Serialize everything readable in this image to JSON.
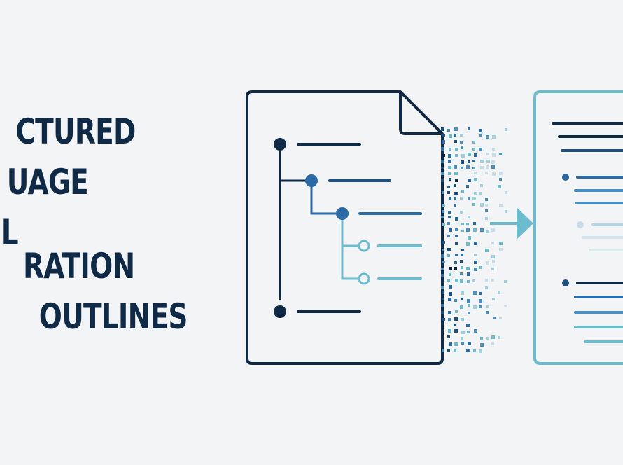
{
  "title": {
    "lines": [
      "CTURED",
      "UAGE",
      "L",
      "RATION",
      "OUTLINES"
    ]
  },
  "colors": {
    "background": "#f3f4f6",
    "navy": "#0f2a47",
    "blue": "#2a6aa6",
    "teal": "#6bbccf"
  },
  "icons": {
    "source_document": "document-icon",
    "outline_tree": "tree-outline-icon",
    "pixel_dissolve": "pixel-dissolve-icon",
    "arrow": "arrow-right-icon",
    "target_document": "document-icon"
  }
}
